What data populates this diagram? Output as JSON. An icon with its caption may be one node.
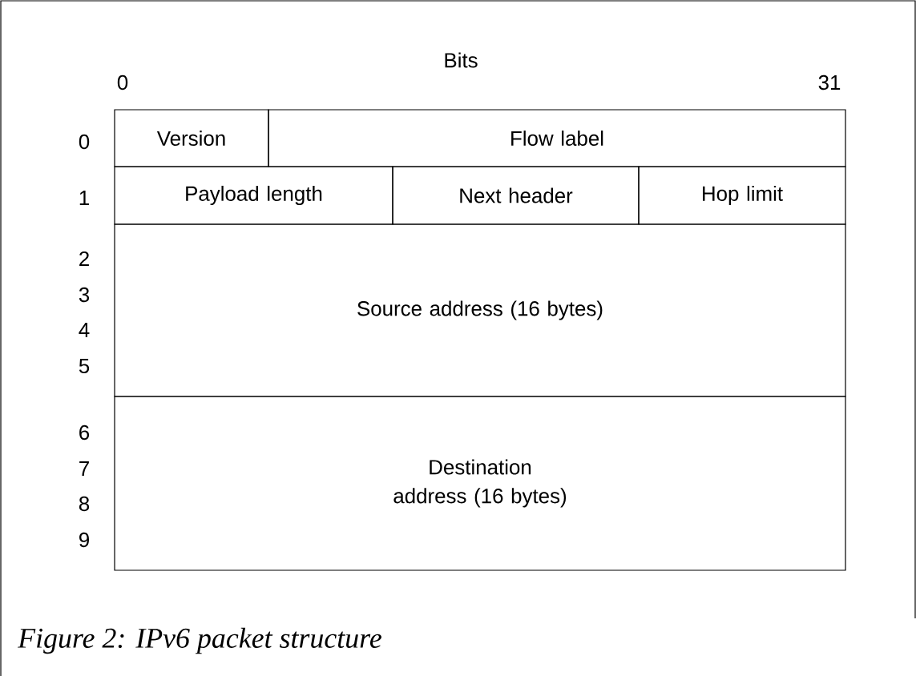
{
  "diagram": {
    "caption": "Figure 2: IPv6 packet structure",
    "nodes": [
      {
        "text": [
          "Version"
        ]
      },
      {
        "text": [
          "Flow label"
        ]
      },
      {
        "text": [
          "Payload length"
        ]
      },
      {
        "text": [
          "Next header"
        ]
      },
      {
        "text": [
          "Hop limit"
        ]
      },
      {
        "text": [
          "Source address (16 bytes)"
        ]
      },
      {
        "text": [
          "Destination address (16 bytes)"
        ]
      }
    ],
    "edges": [],
    "labels": [
      "Bits",
      "0",
      "31",
      "0",
      "1",
      "2",
      "3",
      "4",
      "5",
      "6",
      "7",
      "8",
      "9"
    ]
  }
}
